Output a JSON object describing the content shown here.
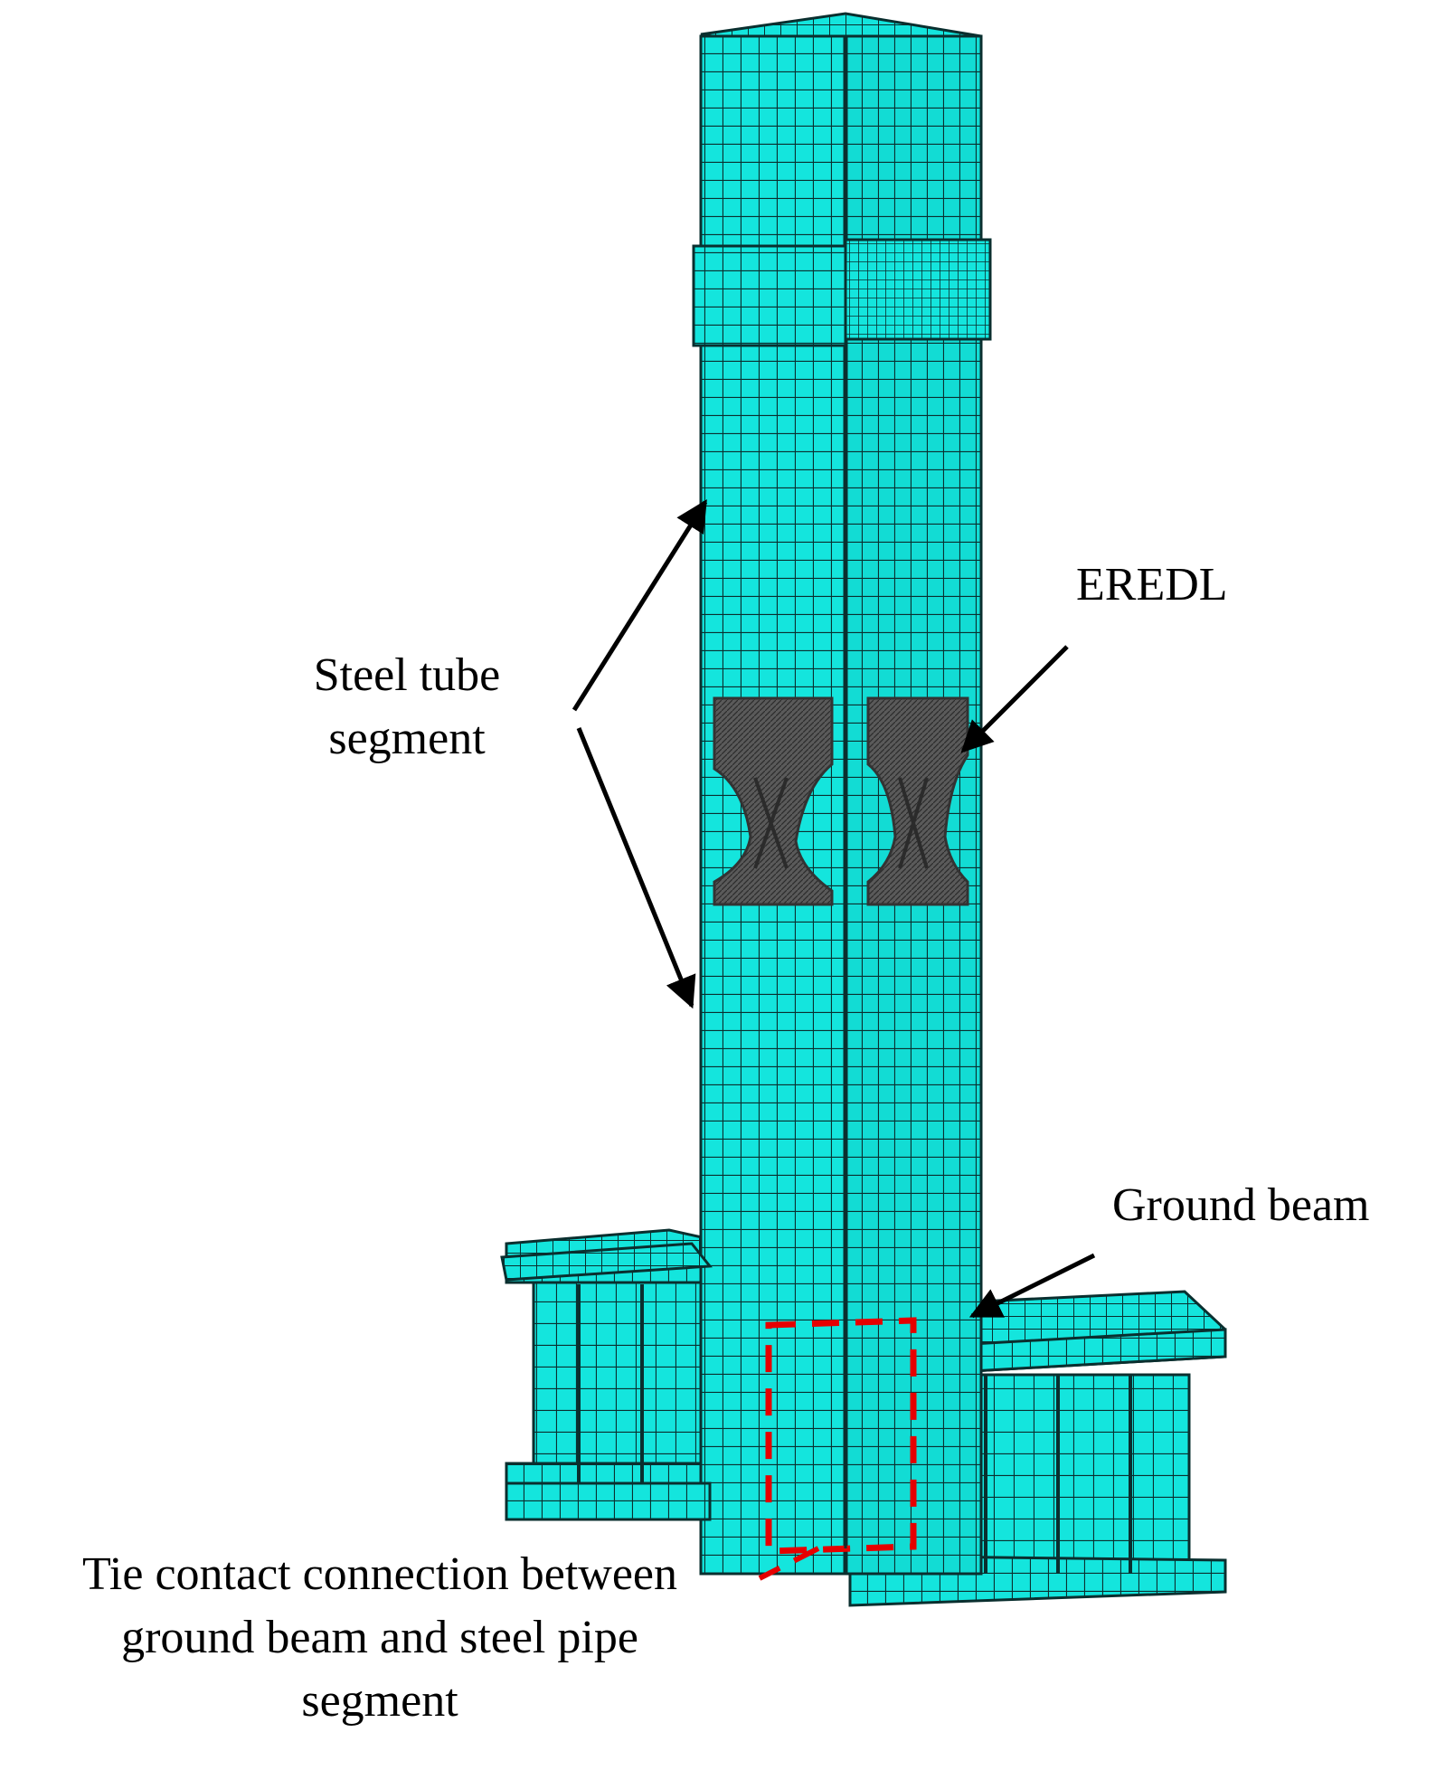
{
  "labels": {
    "steel_tube_line1": "Steel tube",
    "steel_tube_line2": "segment",
    "eredl": "EREDL",
    "ground_beam": "Ground beam",
    "tie_line1": "Tie contact connection between",
    "tie_line2": "ground beam and steel pipe",
    "tie_line3": "segment"
  },
  "colors": {
    "mesh_face": "#14e5dd",
    "mesh_face_side": "#11d4cd",
    "mesh_line": "#0a2f2f",
    "eredl_fill": "#5e5e5e",
    "arrow": "#000000",
    "tie_box": "#e60000"
  }
}
